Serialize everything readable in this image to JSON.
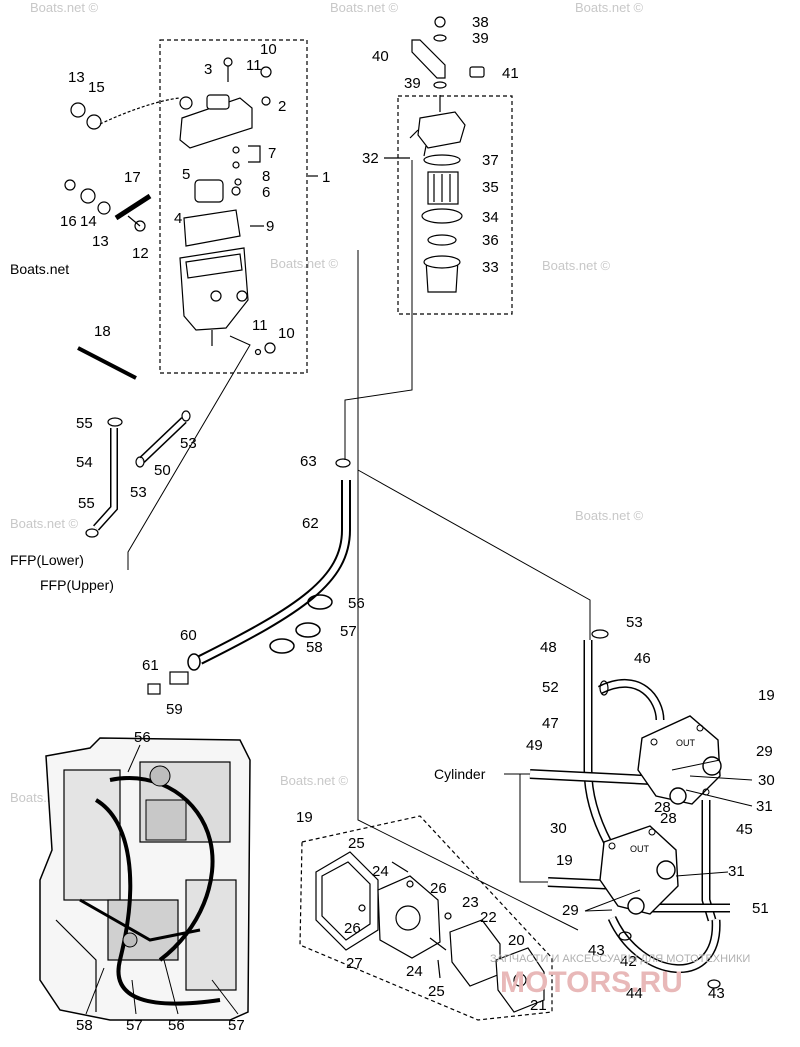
{
  "parts": {
    "p1": "1",
    "p2": "2",
    "p3": "3",
    "p4": "4",
    "p5": "5",
    "p6": "6",
    "p7": "7",
    "p8": "8",
    "p9": "9",
    "p10a": "10",
    "p10b": "10",
    "p11a": "11",
    "p11b": "11",
    "p12": "12",
    "p13a": "13",
    "p13b": "13",
    "p14": "14",
    "p15": "15",
    "p16": "16",
    "p17": "17",
    "p18": "18",
    "p19a": "19",
    "p19b": "19",
    "p19c": "19",
    "p20": "20",
    "p21": "21",
    "p22": "22",
    "p23": "23",
    "p24a": "24",
    "p24b": "24",
    "p25a": "25",
    "p25b": "25",
    "p26a": "26",
    "p26b": "26",
    "p27": "27",
    "p28a": "28",
    "p28b": "28",
    "p29a": "29",
    "p29b": "29",
    "p30a": "30",
    "p30b": "30",
    "p31a": "31",
    "p31b": "31",
    "p32": "32",
    "p33": "33",
    "p34": "34",
    "p35": "35",
    "p36": "36",
    "p37": "37",
    "p38": "38",
    "p39a": "39",
    "p39b": "39",
    "p40": "40",
    "p41": "41",
    "p42": "42",
    "p43a": "43",
    "p43b": "43",
    "p44": "44",
    "p45": "45",
    "p46": "46",
    "p47": "47",
    "p48": "48",
    "p49": "49",
    "p50": "50",
    "p51": "51",
    "p52": "52",
    "p53a": "53",
    "p53b": "53",
    "p53c": "53",
    "p54": "54",
    "p55a": "55",
    "p55b": "55",
    "p56a": "56",
    "p56b": "56",
    "p56c": "56",
    "p57a": "57",
    "p57b": "57",
    "p57c": "57",
    "p58a": "58",
    "p58b": "58",
    "p59": "59",
    "p60": "60",
    "p61": "61",
    "p62": "62",
    "p63": "63"
  },
  "labels": {
    "ffp_lower": "FFP(Lower)",
    "ffp_upper": "FFP(Upper)",
    "cylinder": "Cylinder",
    "out": "OUT"
  },
  "watermarks": {
    "boats": "Boats.net",
    "boats_c": "Boats.net ©"
  },
  "brand": {
    "name": "MOTORS.RU",
    "sub": "ЗАПЧАСТИ И АКСЕССУАРЫ ДЛЯ МОТОТЕХНИКИ"
  }
}
